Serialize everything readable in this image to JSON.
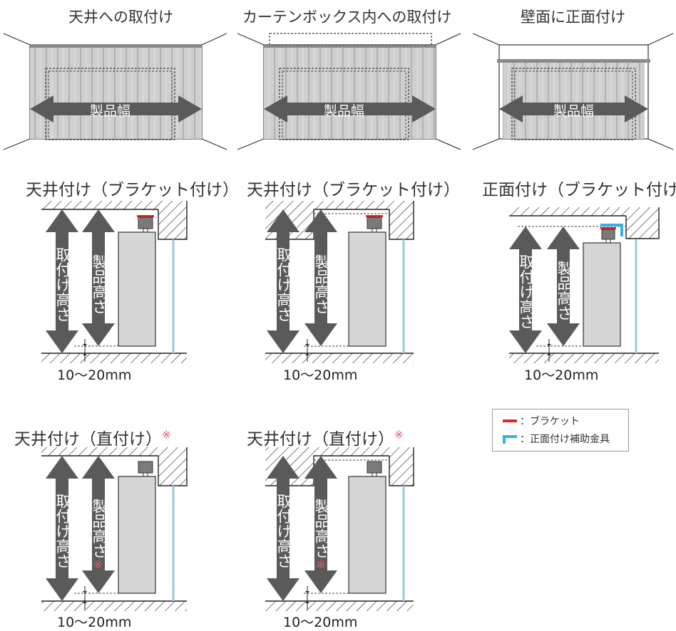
{
  "top": {
    "ceiling_label": "天井への取付け",
    "box_label": "カーテンボックス内への取付け",
    "wall_label": "壁面に正面付け",
    "product_width": "製品幅"
  },
  "row2": {
    "title1": "天井付け（ブラケット付け）",
    "title2": "天井付け（ブラケット付け）",
    "title3": "正面付け（ブラケット付け）"
  },
  "row3": {
    "title1": "天井付け（直付け）",
    "title2": "天井付け（直付け）",
    "note_mark": "※"
  },
  "labels": {
    "mount_height": "取付け高さ",
    "product_height": "製品高さ",
    "gap": "10〜20mm"
  },
  "legend": {
    "bracket": "：ブラケット",
    "front_fitting": "：正面付け補助金具"
  },
  "colors": {
    "bracket": "#e5232b",
    "front_fitting": "#3ab0e2",
    "arrow": "#5a5a5a",
    "glass": "#9ec8d8"
  }
}
